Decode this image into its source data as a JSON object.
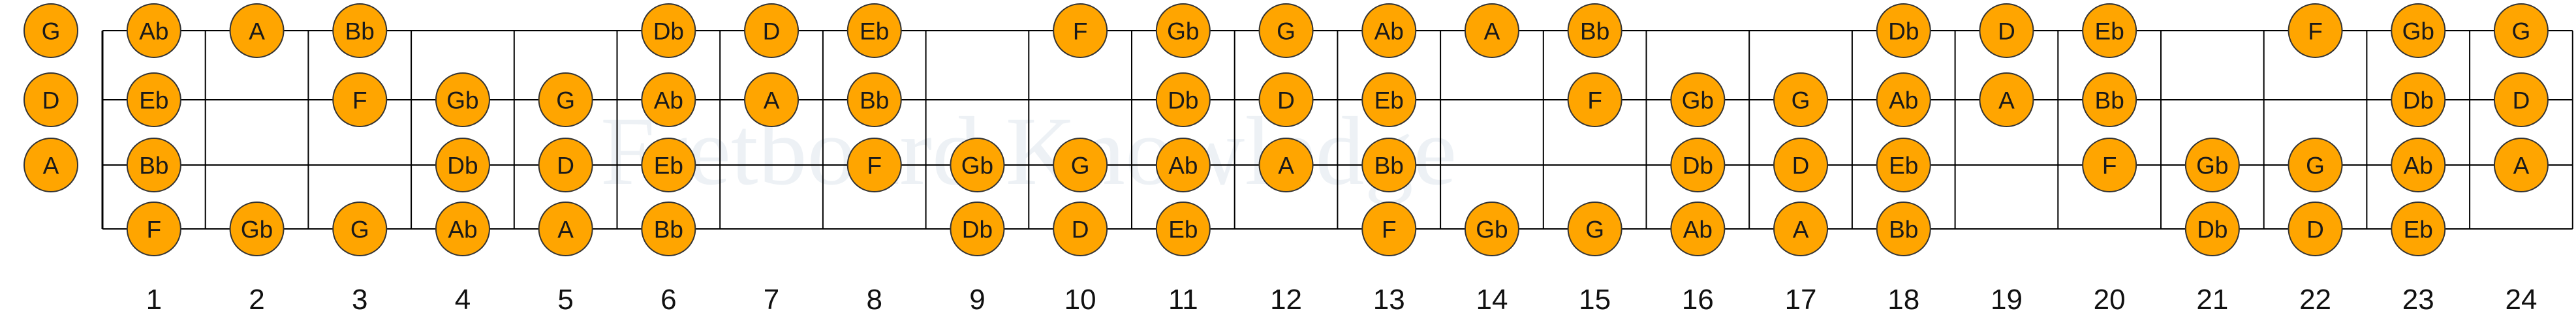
{
  "watermark": "Fretboard Knowledge",
  "colors": {
    "note_fill": "#ffa500",
    "note_stroke": "#333333",
    "line": "#000000",
    "text": "#111111",
    "watermark": "#dfe7ee"
  },
  "fret_numbers": [
    "1",
    "2",
    "3",
    "4",
    "5",
    "6",
    "7",
    "8",
    "9",
    "10",
    "11",
    "12",
    "13",
    "14",
    "15",
    "16",
    "17",
    "18",
    "19",
    "20",
    "21",
    "22",
    "23",
    "24"
  ],
  "open_strings": [
    "G",
    "D",
    "A"
  ],
  "frets": [
    [
      "Ab",
      "Eb",
      "Bb",
      "F"
    ],
    [
      "A",
      "",
      "",
      "Gb"
    ],
    [
      "Bb",
      "F",
      "",
      "G"
    ],
    [
      "",
      "Gb",
      "Db",
      "Ab"
    ],
    [
      "",
      "G",
      "D",
      "A"
    ],
    [
      "Db",
      "Ab",
      "Eb",
      "Bb"
    ],
    [
      "D",
      "A",
      "",
      ""
    ],
    [
      "Eb",
      "Bb",
      "F",
      ""
    ],
    [
      "",
      "",
      "Gb",
      "Db"
    ],
    [
      "F",
      "",
      "G",
      "D"
    ],
    [
      "Gb",
      "Db",
      "Ab",
      "Eb"
    ],
    [
      "G",
      "D",
      "A",
      ""
    ],
    [
      "Ab",
      "Eb",
      "Bb",
      "F"
    ],
    [
      "A",
      "",
      "",
      "Gb"
    ],
    [
      "Bb",
      "F",
      "",
      "G"
    ],
    [
      "",
      "Gb",
      "Db",
      "Ab"
    ],
    [
      "",
      "G",
      "D",
      "A"
    ],
    [
      "Db",
      "Ab",
      "Eb",
      "Bb"
    ],
    [
      "D",
      "A",
      "",
      ""
    ],
    [
      "Eb",
      "Bb",
      "F",
      ""
    ],
    [
      "",
      "",
      "Gb",
      "Db"
    ],
    [
      "F",
      "",
      "G",
      "D"
    ],
    [
      "Gb",
      "Db",
      "Ab",
      "Eb"
    ],
    [
      "G",
      "D",
      "A",
      ""
    ]
  ]
}
